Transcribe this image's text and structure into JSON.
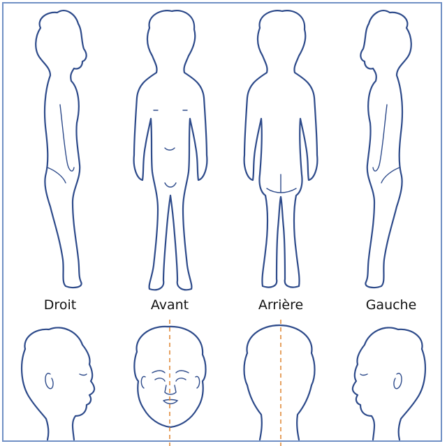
{
  "views": [
    {
      "id": "droit",
      "label": "Droit"
    },
    {
      "id": "avant",
      "label": "Avant"
    },
    {
      "id": "arriere",
      "label": "Arrière"
    },
    {
      "id": "gauche",
      "label": "Gauche"
    }
  ],
  "colors": {
    "outline": "#2d4a8a",
    "frame": "#6f8fc4",
    "midline": "#e08a3a",
    "text": "#111111"
  }
}
